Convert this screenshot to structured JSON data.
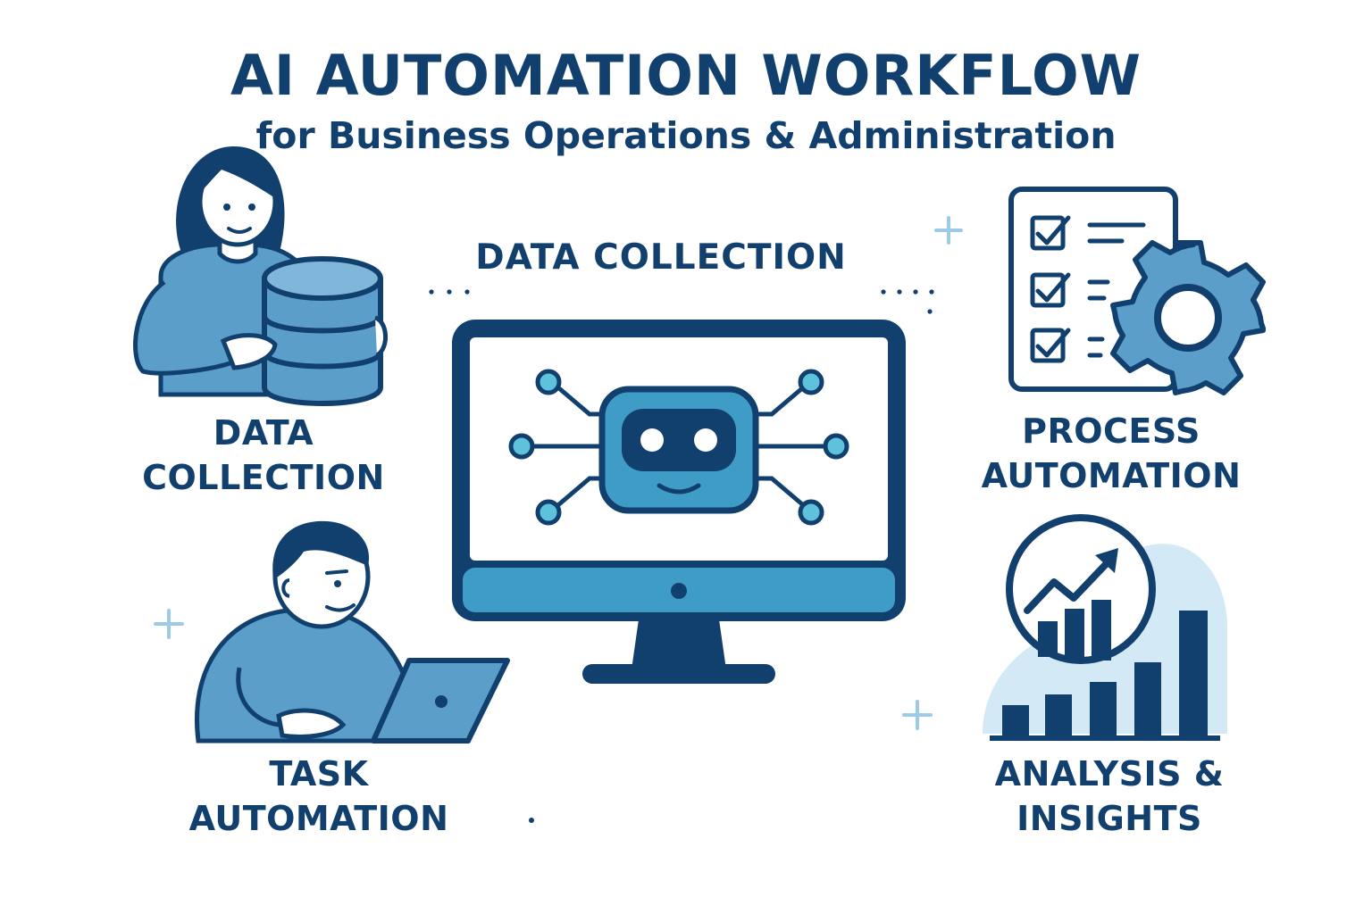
{
  "header": {
    "title": "AI AUTOMATION WORKFLOW",
    "subtitle": "for Business Operations & Administration"
  },
  "center": {
    "label": "DATA COLLECTION",
    "icon": "monitor-robot-icon"
  },
  "steps": [
    {
      "lines": [
        "DATA",
        "COLLECTION"
      ],
      "icon": "woman-with-database-icon"
    },
    {
      "lines": [
        "TASK",
        "AUTOMATION"
      ],
      "icon": "man-with-laptop-icon"
    },
    {
      "lines": [
        "PROCESS",
        "AUTOMATION"
      ],
      "icon": "checklist-gear-icon"
    },
    {
      "lines": [
        "ANALYSIS &",
        "INSIGHTS"
      ],
      "icon": "growth-bar-chart-icon"
    }
  ],
  "colors": {
    "navy": "#12406e",
    "blue": "#5b9ec9",
    "teal": "#3f9cc6",
    "light": "#d3e9f6",
    "sparkle": "#9ccbe8"
  }
}
